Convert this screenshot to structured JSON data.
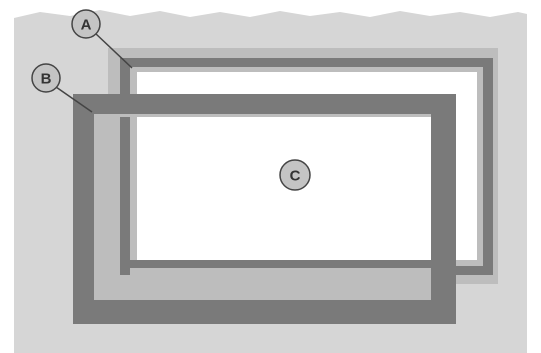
{
  "callouts": {
    "a": {
      "label": "A"
    },
    "b": {
      "label": "B"
    },
    "c": {
      "label": "C"
    }
  },
  "colors": {
    "background": "#d6d6d6",
    "frame_dark": "#7a7a7a",
    "frame_light": "#bdbdbd",
    "opening": "#ffffff",
    "badge_fill": "#c4c4c4",
    "badge_stroke": "#444444",
    "label_text": "#333333"
  }
}
